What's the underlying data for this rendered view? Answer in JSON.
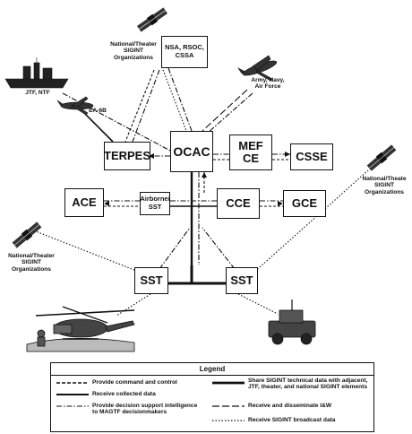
{
  "nodes": {
    "nsa": "NSA, RSOC,\nCSSA",
    "terpes": "TERPES",
    "ocac": "OCAC",
    "mef_ce": "MEF CE",
    "csse": "CSSE",
    "ace": "ACE",
    "airborne_sst": "Airborne/\nSST",
    "cce": "CCE",
    "gce": "GCE",
    "sst_left": "SST",
    "sst_right": "SST"
  },
  "labels": {
    "national_top": "National/Theater\nSIGINT\nOrganizations",
    "jtf_ntf": "JTF, NTF",
    "ea6b": "EA-6B",
    "army_navy": "Army, Navy,\nAir Force",
    "national_right": "National/Theate\nSIGINT\nOrganizations",
    "national_left": "National/Theater\nSIGINT\nOrganizations"
  },
  "legend": {
    "title": "Legend",
    "items": [
      {
        "style": "dashed",
        "text": "Provide command and control"
      },
      {
        "style": "solid",
        "text": "Receive collected data"
      },
      {
        "style": "dashdot",
        "text": "Provide decision support intelligence\nto MAGTF decisionmakers"
      },
      {
        "style": "thick",
        "text": "Share SIGINT technical data with adjacent,\nJTF, theater, and national SIGINT elements"
      },
      {
        "style": "longdash",
        "text": "Receive and disseminate I&W"
      },
      {
        "style": "dotted",
        "text": "Receive SIGINT broadcast data"
      }
    ]
  }
}
